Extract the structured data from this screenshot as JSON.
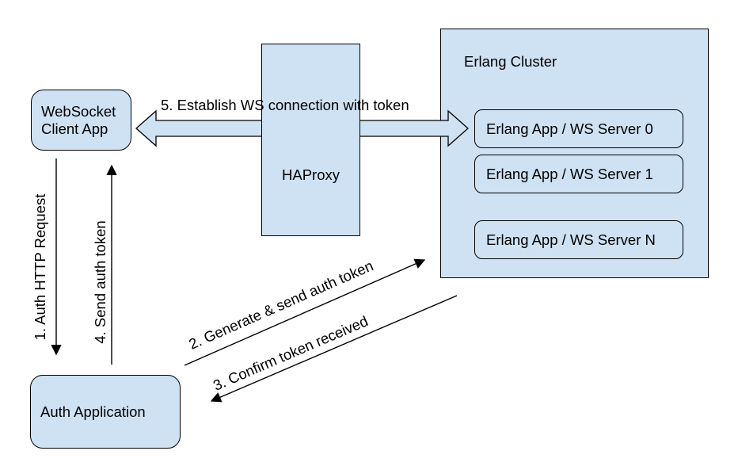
{
  "colors": {
    "background": "#ffffff",
    "node_fill": "#cfe2f3",
    "node_border": "#000000",
    "arrow": "#000000"
  },
  "nodes": {
    "ws_client": {
      "label": "WebSocket Client App"
    },
    "haproxy": {
      "label": "HAProxy"
    },
    "cluster": {
      "title": "Erlang Cluster",
      "servers": [
        "Erlang App / WS Server 0",
        "Erlang App / WS Server 1",
        "Erlang App / WS Server N"
      ]
    },
    "auth_app": {
      "label": "Auth Application"
    }
  },
  "arrows": {
    "step1": {
      "label": "1. Auth HTTP Request"
    },
    "step2": {
      "label": "2. Generate & send auth token"
    },
    "step3": {
      "label": "3. Confirm token received"
    },
    "step4": {
      "label": "4. Send auth token"
    },
    "step5": {
      "label": "5. Establish WS connection with token"
    }
  }
}
